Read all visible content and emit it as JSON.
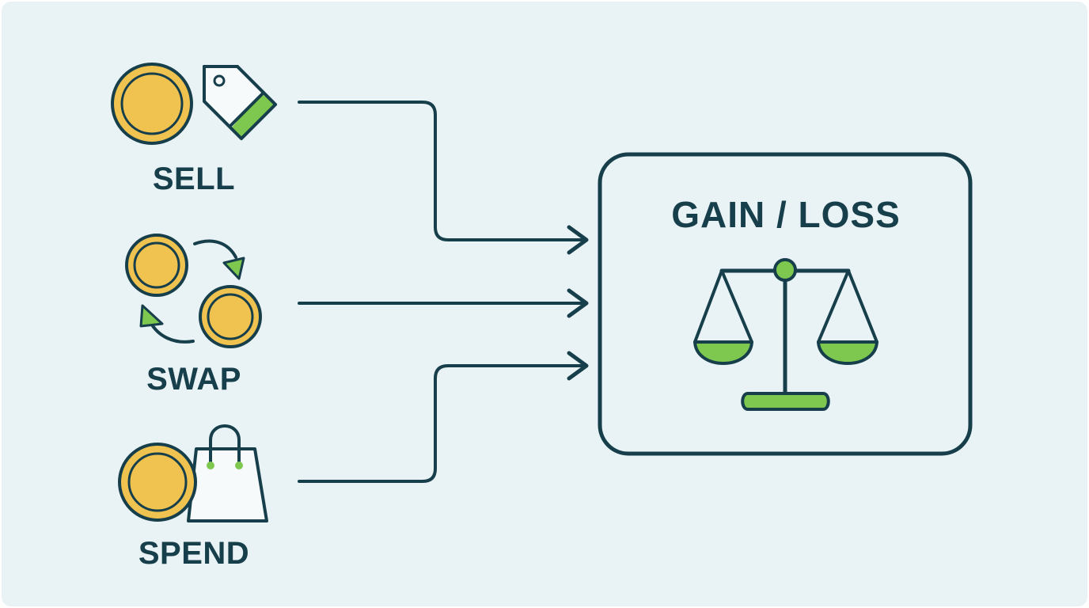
{
  "inputs": [
    {
      "label": "SELL",
      "icons": [
        "coin-icon",
        "price-tag-icon"
      ]
    },
    {
      "label": "SWAP",
      "icons": [
        "coin-icon",
        "cycle-arrows-icon",
        "coin-icon"
      ]
    },
    {
      "label": "SPEND",
      "icons": [
        "coin-icon",
        "shopping-bag-icon"
      ]
    }
  ],
  "result": {
    "title": "GAIN / LOSS",
    "icon": "balance-scale-icon"
  },
  "colors": {
    "background": "#e9f2f4",
    "stroke": "#173f4b",
    "coin": "#f0c350",
    "accent": "#7ec850"
  }
}
